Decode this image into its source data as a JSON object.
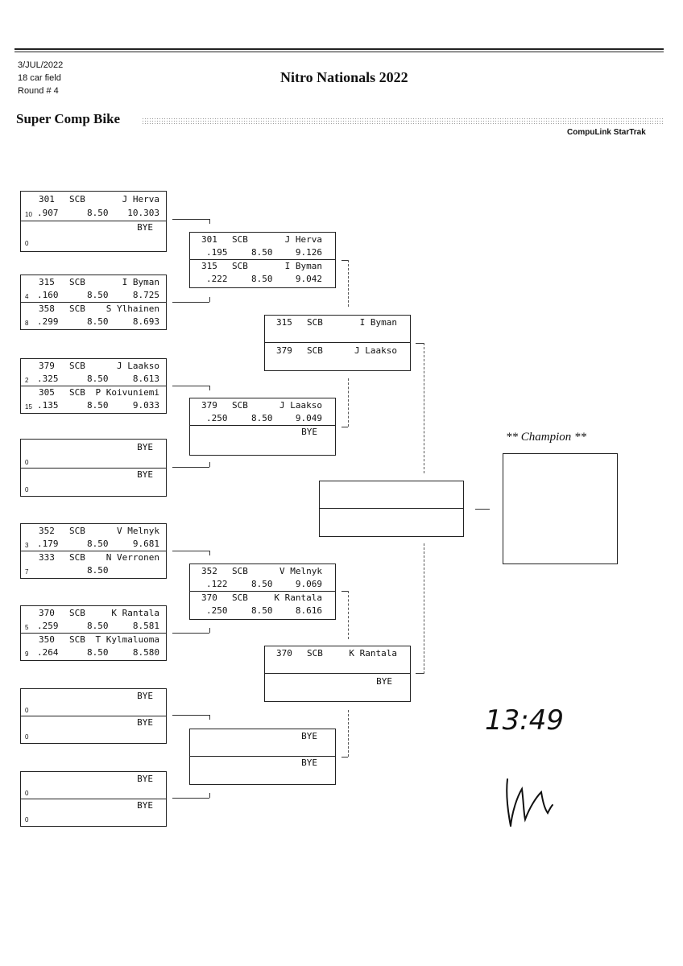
{
  "header": {
    "date": "3/JUL/2022",
    "field": "18 car field",
    "round": "Round # 4",
    "title": "Nitro Nationals 2022",
    "class_name": "Super Comp Bike",
    "software": "CompuLink StarTrak"
  },
  "labels": {
    "bye": "BYE",
    "champion": "** Champion **"
  },
  "round1": [
    {
      "top": {
        "seed": "10",
        "num": "301",
        "cls": "SCB",
        "name": "J Herva",
        "rt": ".907",
        "dial": "8.50",
        "et": "10.303"
      },
      "bot": {
        "seed": "0",
        "bye": "BYE"
      }
    },
    {
      "top": {
        "seed": "4",
        "num": "315",
        "cls": "SCB",
        "name": "I Byman",
        "rt": ".160",
        "dial": "8.50",
        "et": "8.725"
      },
      "bot": {
        "seed": "8",
        "num": "358",
        "cls": "SCB",
        "name": "S Ylhainen",
        "rt": ".299",
        "dial": "8.50",
        "et": "8.693"
      }
    },
    {
      "top": {
        "seed": "2",
        "num": "379",
        "cls": "SCB",
        "name": "J Laakso",
        "rt": ".325",
        "dial": "8.50",
        "et": "8.613"
      },
      "bot": {
        "seed": "15",
        "num": "305",
        "cls": "SCB",
        "name": "P Koivuniemi",
        "rt": ".135",
        "dial": "8.50",
        "et": "9.033"
      }
    },
    {
      "top": {
        "seed": "0",
        "bye": "BYE"
      },
      "bot": {
        "seed": "0",
        "bye": "BYE"
      }
    },
    {
      "top": {
        "seed": "3",
        "num": "352",
        "cls": "SCB",
        "name": "V Melnyk",
        "rt": ".179",
        "dial": "8.50",
        "et": "9.681"
      },
      "bot": {
        "seed": "7",
        "num": "333",
        "cls": "SCB",
        "name": "N Verronen",
        "rt": "",
        "dial": "8.50",
        "et": ""
      }
    },
    {
      "top": {
        "seed": "5",
        "num": "370",
        "cls": "SCB",
        "name": "K Rantala",
        "rt": ".259",
        "dial": "8.50",
        "et": "8.581"
      },
      "bot": {
        "seed": "9",
        "num": "350",
        "cls": "SCB",
        "name": "T Kylmaluoma",
        "rt": ".264",
        "dial": "8.50",
        "et": "8.580"
      }
    },
    {
      "top": {
        "seed": "0",
        "bye": "BYE"
      },
      "bot": {
        "seed": "0",
        "bye": "BYE"
      }
    },
    {
      "top": {
        "seed": "0",
        "bye": "BYE"
      },
      "bot": {
        "seed": "0",
        "bye": "BYE"
      }
    }
  ],
  "round2": [
    {
      "top": {
        "num": "301",
        "cls": "SCB",
        "name": "J Herva",
        "rt": ".195",
        "dial": "8.50",
        "et": "9.126"
      },
      "bot": {
        "num": "315",
        "cls": "SCB",
        "name": "I Byman",
        "rt": ".222",
        "dial": "8.50",
        "et": "9.042"
      }
    },
    {
      "top": {
        "num": "379",
        "cls": "SCB",
        "name": "J Laakso",
        "rt": ".250",
        "dial": "8.50",
        "et": "9.049"
      },
      "bot": {
        "bye": "BYE"
      }
    },
    {
      "top": {
        "num": "352",
        "cls": "SCB",
        "name": "V Melnyk",
        "rt": ".122",
        "dial": "8.50",
        "et": "9.069"
      },
      "bot": {
        "num": "370",
        "cls": "SCB",
        "name": "K Rantala",
        "rt": ".250",
        "dial": "8.50",
        "et": "8.616"
      }
    },
    {
      "top": {
        "bye": "BYE"
      },
      "bot": {
        "bye": "BYE"
      }
    }
  ],
  "round3": [
    {
      "top": {
        "num": "315",
        "cls": "SCB",
        "name": "I Byman"
      },
      "bot": {
        "num": "379",
        "cls": "SCB",
        "name": "J Laakso"
      }
    },
    {
      "top": {
        "num": "370",
        "cls": "SCB",
        "name": "K Rantala"
      },
      "bot": {
        "bye": "BYE"
      }
    }
  ],
  "handwritten": {
    "time": "13:49"
  }
}
